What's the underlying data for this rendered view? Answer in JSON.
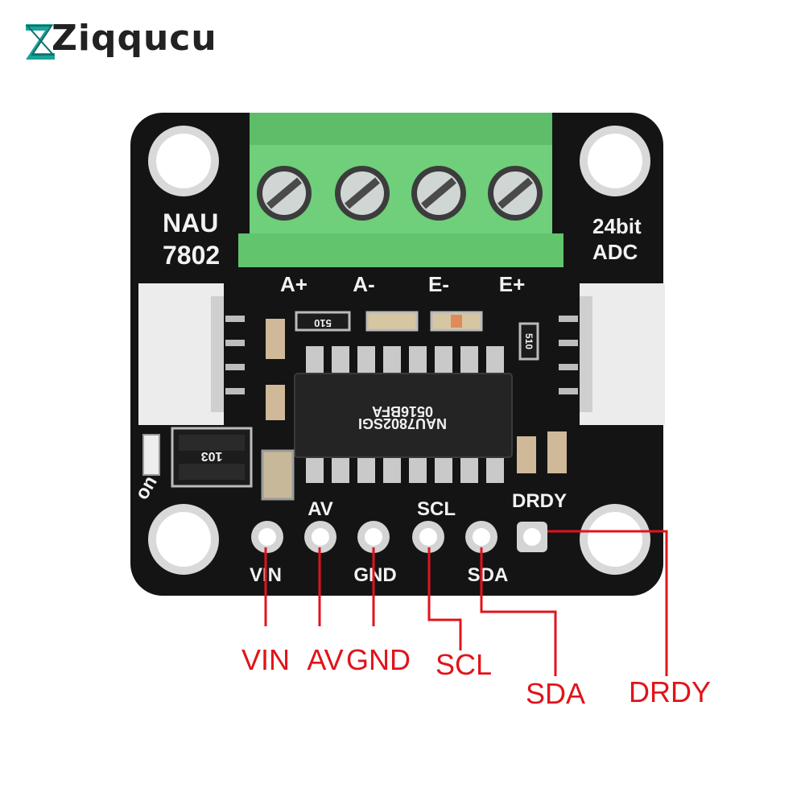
{
  "brand": {
    "name": "Ziqqucu",
    "accent": "#1aa39a"
  },
  "board": {
    "title_line1": "NAU",
    "title_line2": "7802",
    "spec_line1": "24bit",
    "spec_line2": "ADC",
    "chip_line1": "0516BFA",
    "chip_line2": "NAU7802SGI",
    "resistor_103": "103",
    "resistor_510_top": "510",
    "resistor_510_side": "510",
    "led_label": "on",
    "terminal_labels": [
      "A+",
      "A-",
      "E-",
      "E+"
    ],
    "top_pin_labels": [
      "AV",
      "SCL",
      "DRDY"
    ],
    "bottom_pin_labels": [
      "VIN",
      "GND",
      "SDA"
    ]
  },
  "callouts": [
    "VIN",
    "AV",
    "GND",
    "SCL",
    "SDA",
    "DRDY"
  ],
  "colors": {
    "pcb": "#141414",
    "terminal": "#6fcf7a",
    "callout": "#e0141b",
    "silk": "#f2f2f2"
  }
}
